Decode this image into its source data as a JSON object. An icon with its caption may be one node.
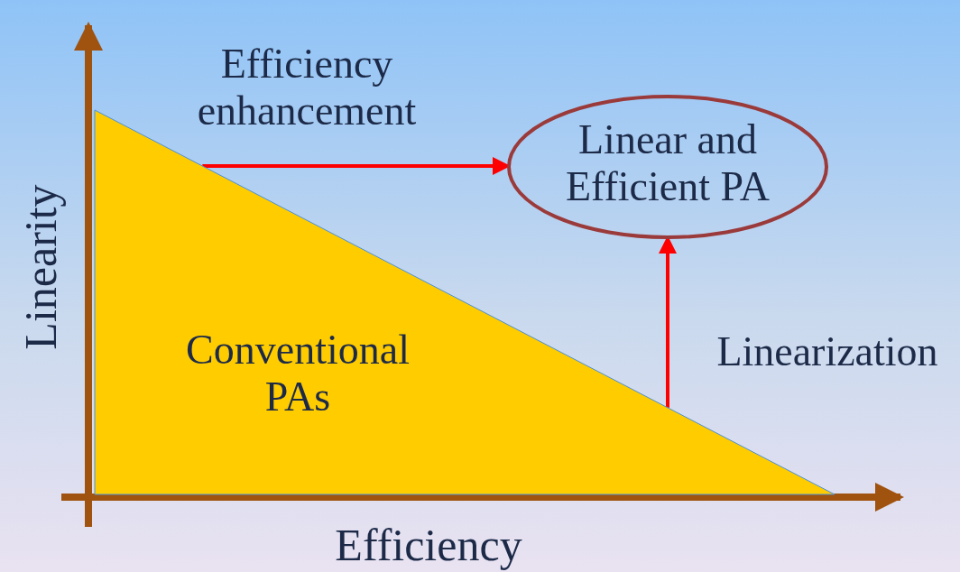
{
  "diagram": {
    "nodes": [
      {
        "text": [
          "Conventional PAs"
        ]
      },
      {
        "text": [
          "Linear and Efficient PA"
        ]
      }
    ],
    "edges": [
      {
        "from": 0,
        "to": 1,
        "arrow": "to",
        "label": "Efficiency enhancement"
      },
      {
        "from": 0,
        "to": 1,
        "arrow": "to",
        "label": "Linearization"
      }
    ],
    "labels": [
      "Linearity",
      "Efficiency"
    ]
  }
}
